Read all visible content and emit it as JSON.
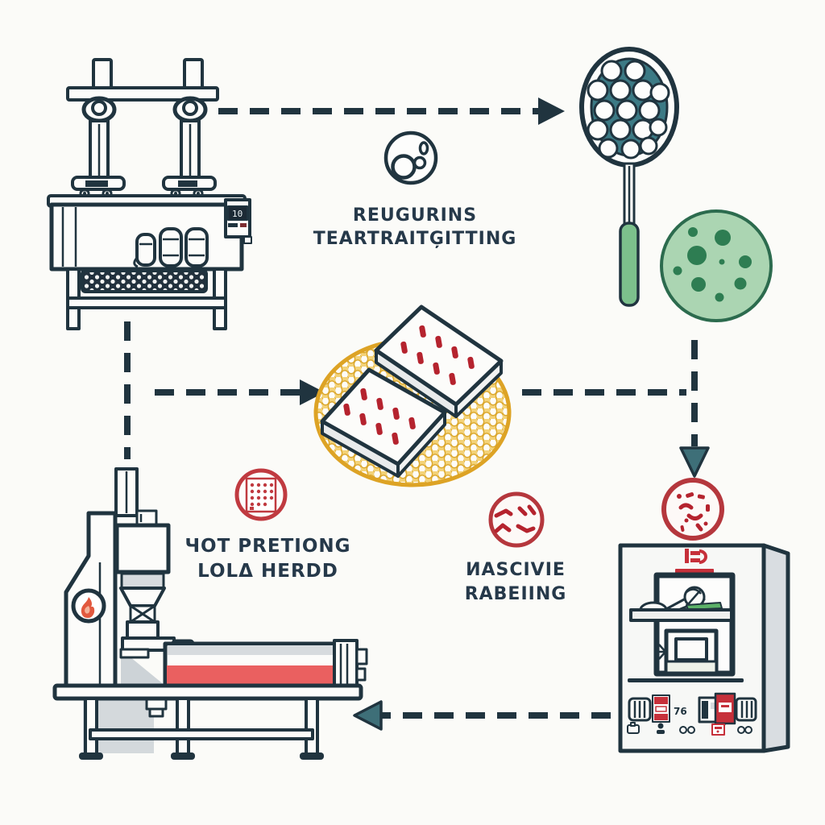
{
  "diagram": {
    "background": "#fbfbf8",
    "palette": {
      "outline": "#20343f",
      "caption_text": "#26394a",
      "accent_red": "#c6303a",
      "stitch_red": "#b5232e",
      "conveyor_stripe_red": "#ea6060",
      "mesh_gold": "#e3b23a",
      "disc_green_fill": "#abd5b2",
      "disc_green_dots": "#2e7d52",
      "grip_green": "#7cc08c",
      "racket_mesh_teal": "#3c7a85",
      "arrowhead_teal": "#3e6f78"
    },
    "steps": {
      "treating": {
        "caption_line1": "REUGURINS",
        "caption_line2": "TEARTRAITĢITTING",
        "icon": "bubbles-circle-icon"
      },
      "pressing": {
        "caption_line1": "ЧOT PRETIONG",
        "caption_line2": "LOLΔ HERDD",
        "icon": "punch-card-stamp-icon"
      },
      "labeling": {
        "caption_line1": "ИASCIVIE",
        "caption_line2": "RABEIING",
        "icon": "squiggle-stamp-icon"
      }
    },
    "machine_top_left": {
      "display_value": "10"
    },
    "machine_bottom_right": {
      "panel_value": "76"
    }
  }
}
